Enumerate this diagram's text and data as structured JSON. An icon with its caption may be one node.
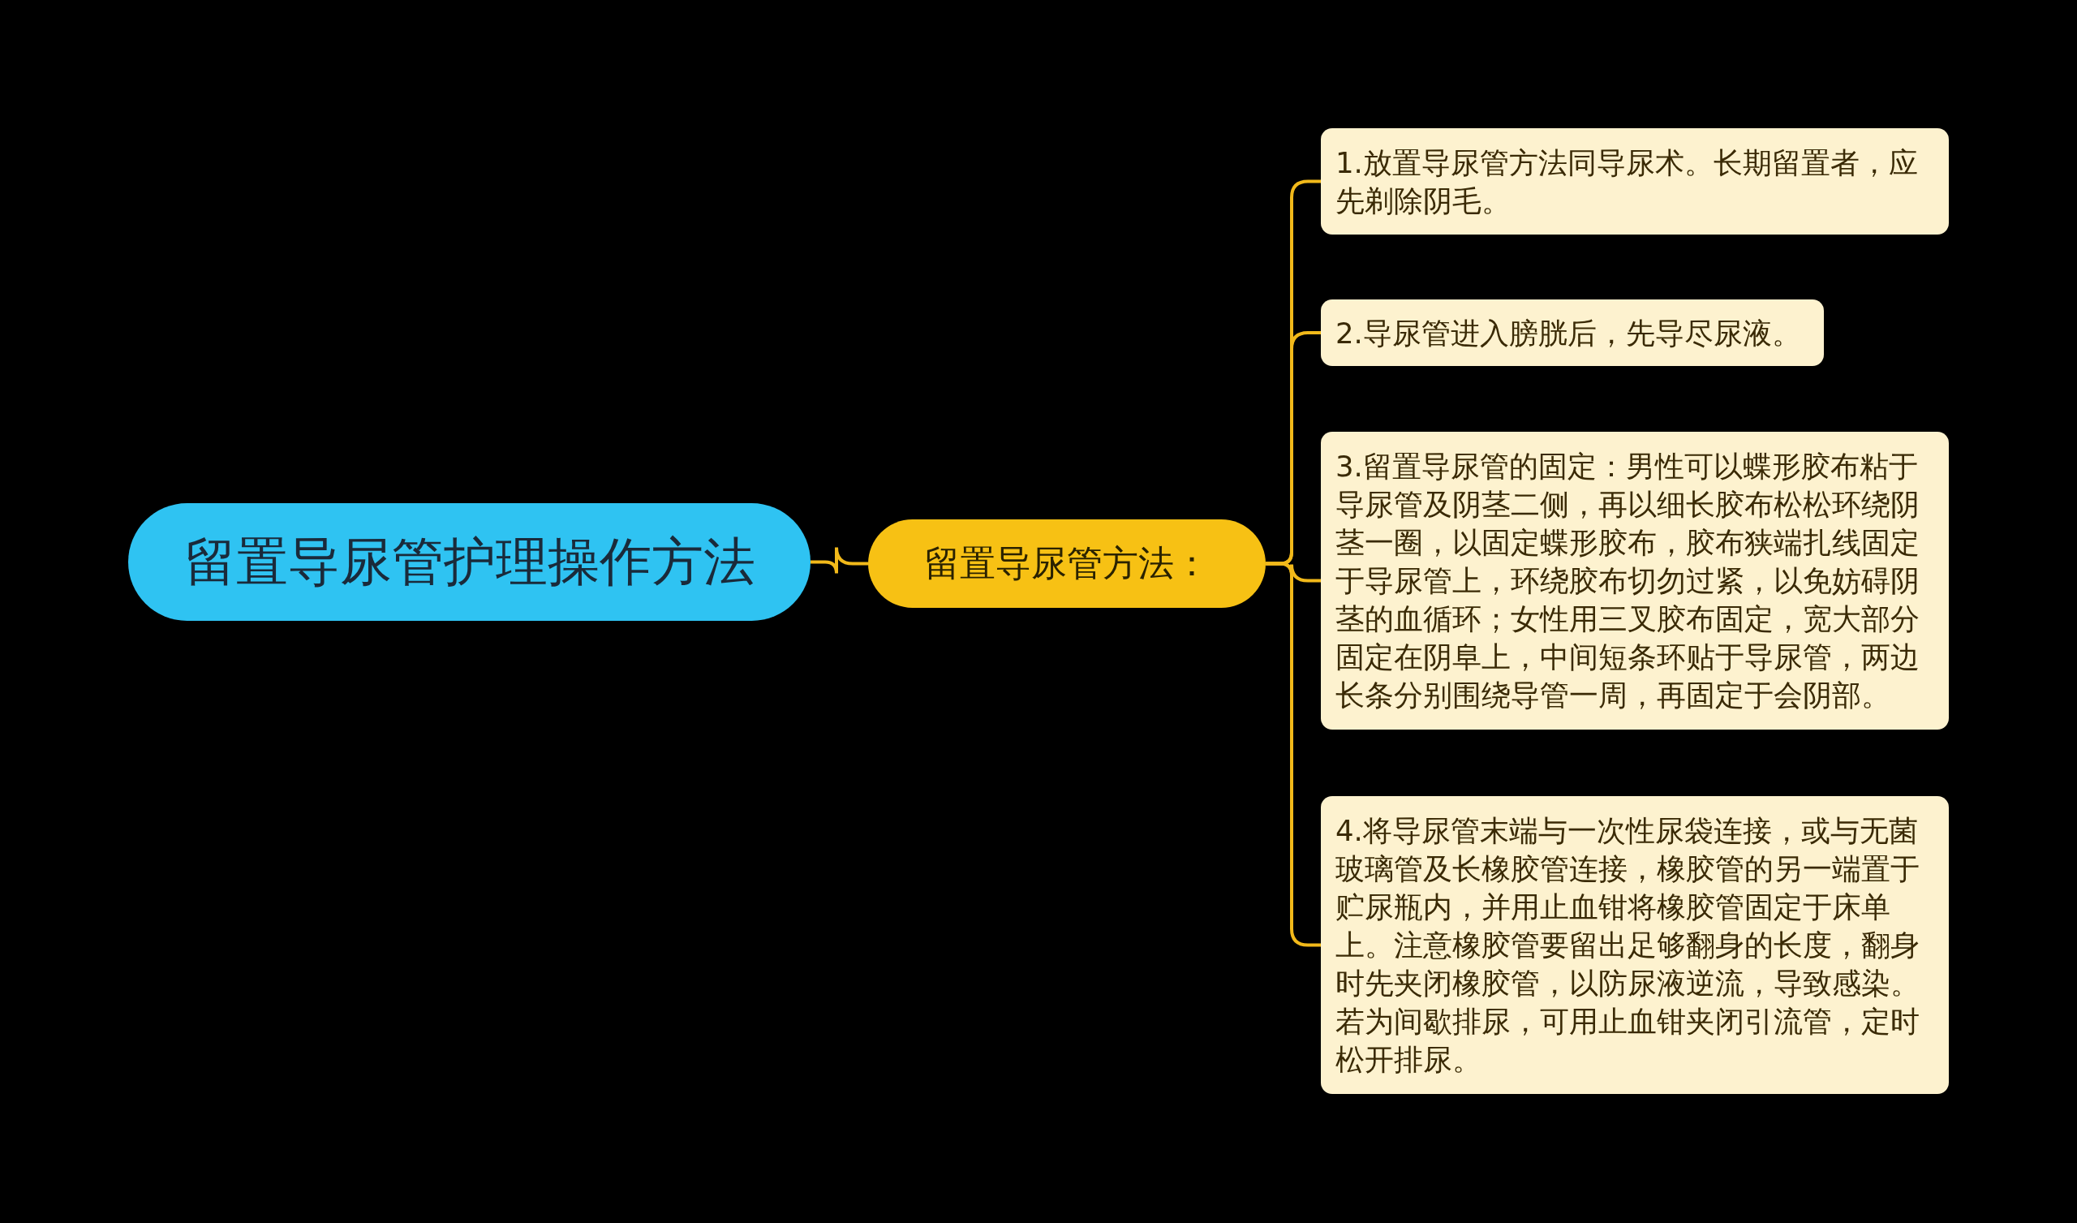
{
  "diagram": {
    "nodes": [
      {
        "text": [
          "留置导尿管护理操作方法"
        ]
      },
      {
        "text": [
          "留置导尿管方法："
        ]
      },
      {
        "text": [
          "1.放置导尿管方法同导尿术。长期留置者，应先剃除阴毛。"
        ]
      },
      {
        "text": [
          "2.导尿管进入膀胱后，先导尽尿液。"
        ]
      },
      {
        "text": [
          "3.留置导尿管的固定：男性可以蝶形胶布粘于导尿管及阴茎二侧，再以细长胶布松松环绕阴茎一圈，以固定蝶形胶布，胶布狭端扎线固定于导尿管上，环绕胶布切勿过紧，以免妨碍阴茎的血循环；女性用三叉胶布固定，宽大部分固定在阴阜上，中间短条环贴于导尿管，两边长条分别围绕导管一周，再固定于会阴部。"
        ]
      },
      {
        "text": [
          "4.将导尿管末端与一次性尿袋连接，或与无菌玻璃管及长橡胶管连接，橡胶管的另一端置于贮尿瓶内，并用止血钳将橡胶管固定于床单上。注意橡胶管要留出足够翻身的长度，翻身时先夹闭橡胶管，以防尿液逆流，导致感染。若为间歇排尿，可用止血钳夹闭引流管，定时松开排尿。"
        ]
      }
    ],
    "edges": [
      {
        "from": 0,
        "to": 1,
        "arrow": "none"
      },
      {
        "from": 1,
        "to": 2,
        "arrow": "none"
      },
      {
        "from": 1,
        "to": 3,
        "arrow": "none"
      },
      {
        "from": 1,
        "to": 4,
        "arrow": "none"
      },
      {
        "from": 1,
        "to": 5,
        "arrow": "none"
      }
    ]
  }
}
